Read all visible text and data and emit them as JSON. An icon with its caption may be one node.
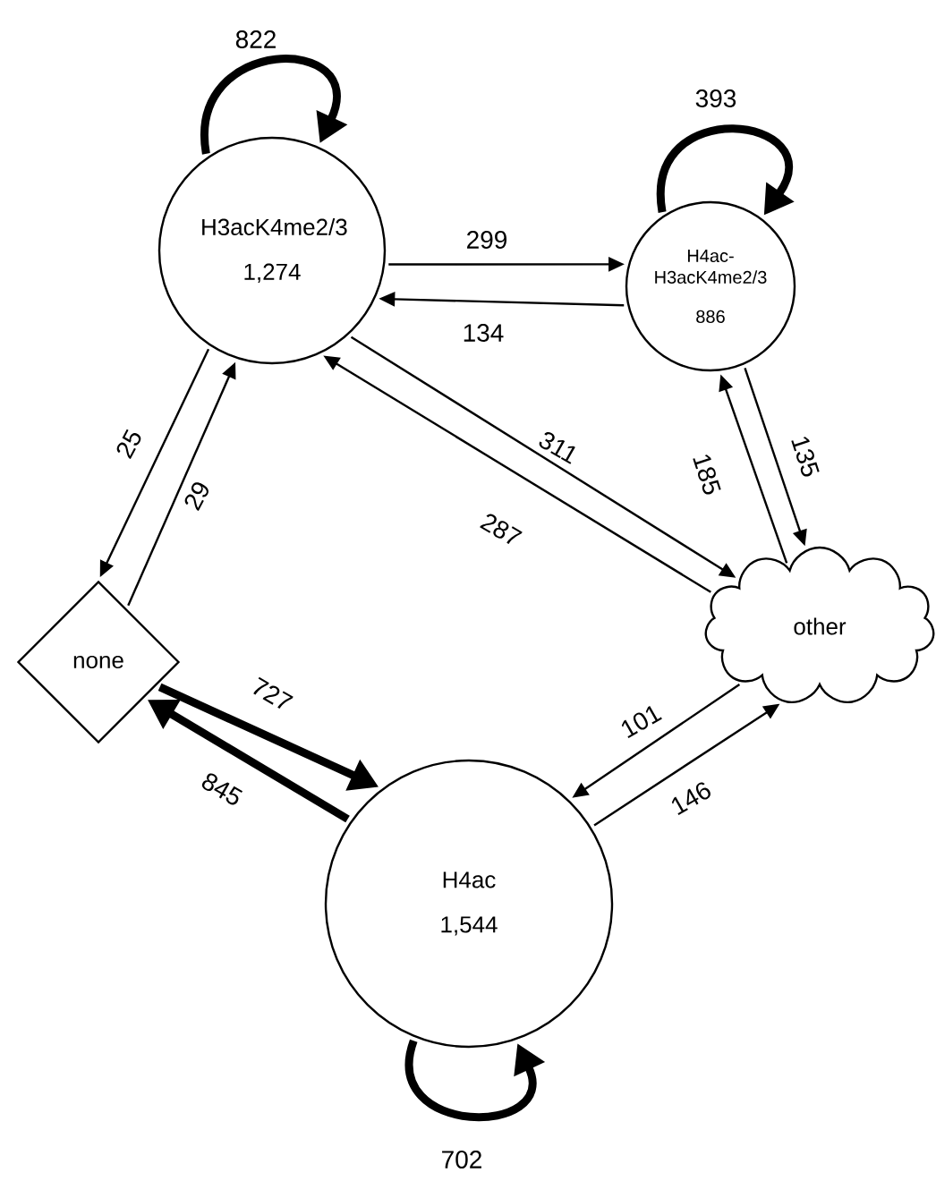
{
  "diagram": {
    "nodes": [
      {
        "text": [
          "H3acK4me2/3",
          "1,274"
        ]
      },
      {
        "text": [
          "H4ac- H3acK4me2/3",
          "886"
        ]
      },
      {
        "text": [
          "none"
        ]
      },
      {
        "text": [
          "other"
        ]
      },
      {
        "text": [
          "H4ac",
          "1,544"
        ]
      }
    ],
    "edges": [
      {
        "from": 0,
        "to": 0,
        "arrow": "to",
        "label": "822",
        "style": "thick"
      },
      {
        "from": 1,
        "to": 1,
        "arrow": "to",
        "label": "393",
        "style": "thick"
      },
      {
        "from": 0,
        "to": 1,
        "arrow": "to",
        "label": "299"
      },
      {
        "from": 1,
        "to": 0,
        "arrow": "to",
        "label": "134"
      },
      {
        "from": 0,
        "to": 3,
        "arrow": "to",
        "label": "311"
      },
      {
        "from": 3,
        "to": 0,
        "arrow": "to",
        "label": "287"
      },
      {
        "from": 0,
        "to": 2,
        "arrow": "to",
        "label": "25"
      },
      {
        "from": 2,
        "to": 0,
        "arrow": "to",
        "label": "29"
      },
      {
        "from": 3,
        "to": 1,
        "arrow": "to",
        "label": "185"
      },
      {
        "from": 1,
        "to": 3,
        "arrow": "to",
        "label": "135"
      },
      {
        "from": 2,
        "to": 4,
        "arrow": "to",
        "label": "727",
        "style": "thick"
      },
      {
        "from": 4,
        "to": 2,
        "arrow": "to",
        "label": "845",
        "style": "thick"
      },
      {
        "from": 3,
        "to": 4,
        "arrow": "to",
        "label": "101"
      },
      {
        "from": 4,
        "to": 3,
        "arrow": "to",
        "label": "146"
      },
      {
        "from": 4,
        "to": 4,
        "arrow": "to",
        "label": "702",
        "style": "thick"
      }
    ]
  }
}
